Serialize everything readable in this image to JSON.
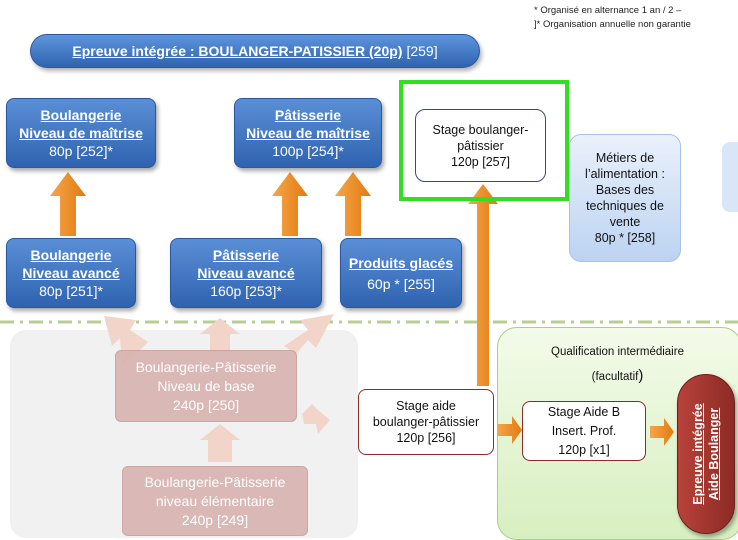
{
  "notes": {
    "line1": "*  Organisé en alternance  1 an / 2 –",
    "line2": "]* Organisation annuelle non garantie"
  },
  "header": {
    "title": "Epreuve intégrée : BOULANGER-PATISSIER  (20p)",
    "code": "[259]"
  },
  "boxes": {
    "boul_maitrise": {
      "title1": "Boulangerie",
      "title2": "Niveau de maîtrise",
      "detail": "80p [252]*"
    },
    "pat_maitrise": {
      "title1": "Pâtisserie",
      "title2": "Niveau de maîtrise",
      "detail": "100p [254]*"
    },
    "stage_bp": {
      "line1": "Stage boulanger-",
      "line2": "pâtissier",
      "line3": "120p [257]"
    },
    "metiers": {
      "line1": "Métiers de",
      "line2": "l’alimentation :",
      "line3": "Bases des",
      "line4": "techniques de",
      "line5": "vente",
      "line6": "80p * [258]"
    },
    "boul_avance": {
      "title1": "Boulangerie",
      "title2": "Niveau avancé",
      "detail": "80p [251]*"
    },
    "pat_avance": {
      "title1": "Pâtisserie",
      "title2": "Niveau avancé",
      "detail": "160p [253]*"
    },
    "glaces": {
      "title1": "Produits glacés",
      "detail": "60p * [255]"
    },
    "base": {
      "line1": "Boulangerie-Pâtisserie",
      "line2": "Niveau de base",
      "line3": "240p [250]"
    },
    "elementaire": {
      "line1": "Boulangerie-Pâtisserie",
      "line2": "niveau élémentaire",
      "line3": "240p [249]"
    },
    "stage_aide": {
      "line1": "Stage aide",
      "line2": "boulanger-pâtissier",
      "line3": "120p [256]"
    },
    "qualif": {
      "line1": "Qualification intermédiaire",
      "line2": "(facultatif",
      "paren": ")"
    },
    "stage_b": {
      "line1": "Stage Aide B",
      "line2": "Insert. Prof.",
      "line3": "120p [x1]"
    },
    "epreuve_aide": {
      "line1": "Epreuve intégrée",
      "line2": "Aide Boulanger"
    }
  },
  "colors": {
    "blue_top": "#5a8fd6",
    "blue_bottom": "#2f63b0",
    "highlight": "#33dd22",
    "arrow_orange": "#f08a1c",
    "dark_red": "#8b2b25",
    "green_panel": "#dff2c6"
  }
}
